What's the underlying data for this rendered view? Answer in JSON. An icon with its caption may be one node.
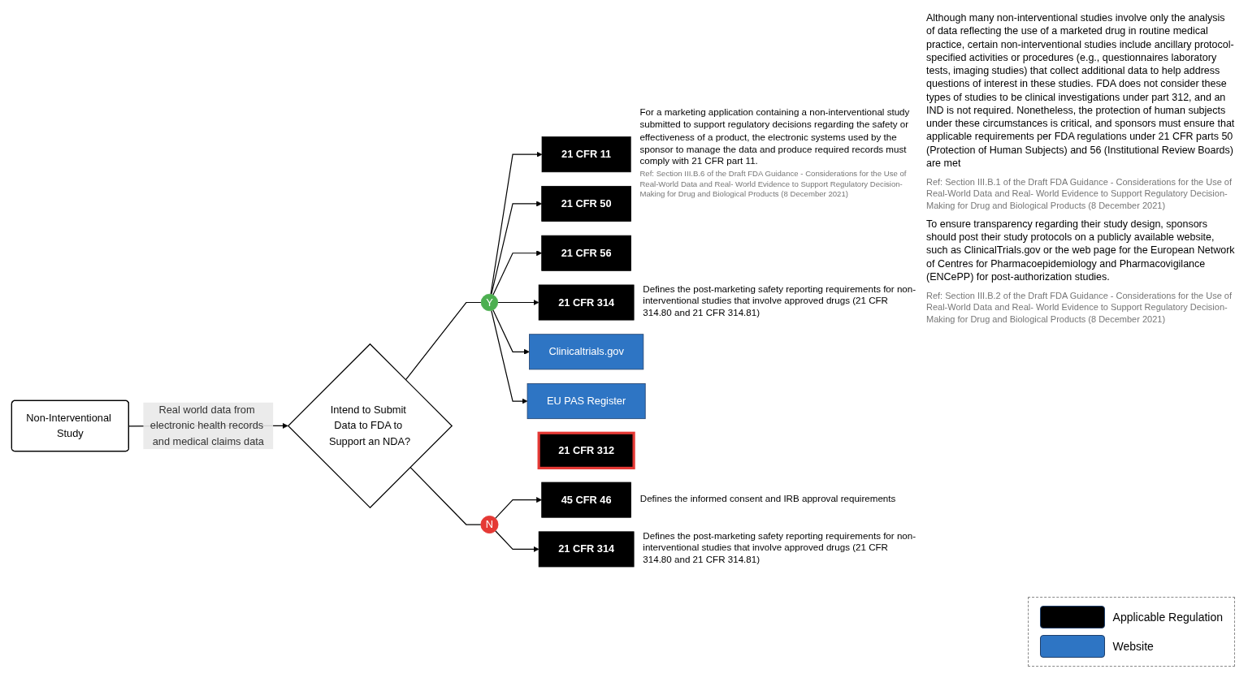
{
  "diagram": {
    "nodes": [
      {
        "text": [
          "Non-Interventional Study"
        ]
      },
      {
        "text": [
          "Intend to Submit Data to FDA to Support an NDA?"
        ]
      },
      {
        "text": [
          "Y"
        ]
      },
      {
        "text": [
          "N"
        ]
      },
      {
        "text": [
          "21 CFR 11"
        ],
        "beside": [
          "For a marketing application containing a non-interventional study submitted to support regulatory decisions regarding the safety or effectiveness of a product, the electronic systems used by the sponsor to manage the data and produce required records must comply with 21 CFR part 11.",
          "Ref: Section III.B.6 of the Draft FDA Guidance - Considerations for the Use of Real-World Data and Real- World Evidence to Support Regulatory Decision-Making for Drug and Biological Products (8 December 2021)"
        ]
      },
      {
        "text": [
          "21 CFR 50"
        ]
      },
      {
        "text": [
          "21 CFR 56"
        ]
      },
      {
        "text": [
          "21 CFR 312"
        ]
      },
      {
        "text": [
          "21 CFR 314"
        ],
        "beside": [
          "Defines the post-marketing safety reporting requirements for non-interventional studies that involve approved drugs (21 CFR 314.80 and 21 CFR 314.81)"
        ]
      },
      {
        "text": [
          "Clinicaltrials.gov"
        ]
      },
      {
        "text": [
          "EU PAS Register"
        ]
      },
      {
        "text": [
          "45 CFR 46"
        ],
        "beside": [
          "Defines the informed consent and IRB approval requirements"
        ]
      },
      {
        "text": [
          "21 CFR 314"
        ],
        "beside": [
          "Defines the post-marketing safety reporting requirements for non-interventional studies that involve approved drugs (21 CFR 314.80 and 21 CFR 314.81)"
        ]
      }
    ],
    "edges": [
      {
        "from": 0,
        "to": 1,
        "arrow": "to",
        "label": "Real world data from electronic health records and medical claims data"
      },
      {
        "from": 1,
        "to": 2,
        "arrow": "none"
      },
      {
        "from": 2,
        "to": 4,
        "arrow": "to"
      },
      {
        "from": 2,
        "to": 5,
        "arrow": "to"
      },
      {
        "from": 2,
        "to": 6,
        "arrow": "to"
      },
      {
        "from": 2,
        "to": 8,
        "arrow": "to"
      },
      {
        "from": 2,
        "to": 9,
        "arrow": "to"
      },
      {
        "from": 2,
        "to": 10,
        "arrow": "to"
      },
      {
        "from": 1,
        "to": 3,
        "arrow": "none"
      },
      {
        "from": 3,
        "to": 11,
        "arrow": "to"
      },
      {
        "from": 3,
        "to": 12,
        "arrow": "to"
      }
    ],
    "labels": [
      "Although many non-interventional studies involve only the analysis of data reflecting the use of a marketed drug in routine medical practice, certain non-interventional studies include ancillary protocol-specified activities or procedures (e.g., questionnaires laboratory tests, imaging studies) that collect additional data to help address questions of interest in these studies. FDA does not consider these types of studies to be clinical investigations under part 312, and an IND is not required. Nonetheless, the protection of human subjects under these circumstances is critical, and sponsors must ensure that applicable requirements per FDA regulations under 21 CFR parts 50 (Protection of Human Subjects) and 56 (Institutional Review Boards) are met",
      "Ref: Section III.B.1 of the Draft FDA Guidance - Considerations for the Use of Real-World Data and Real- World Evidence to Support Regulatory Decision-Making for Drug and Biological Products (8 December 2021)",
      "To ensure transparency regarding their study design, sponsors should post their study protocols on a publicly available website, such as ClinicalTrials.gov or the web page for the European Network of Centres for Pharmacoepidemiology and Pharmacovigilance (ENCePP) for post-authorization studies.",
      "Ref: Section III.B.2 of the Draft FDA Guidance - Considerations for the Use of Real-World Data and Real- World Evidence to Support Regulatory Decision-Making for Drug and Biological Products (8 December 2021)"
    ],
    "legend": [
      {
        "text": "Applicable Regulation",
        "color": "#000000"
      },
      {
        "text": "Website",
        "color": "#2e75c4"
      }
    ]
  }
}
